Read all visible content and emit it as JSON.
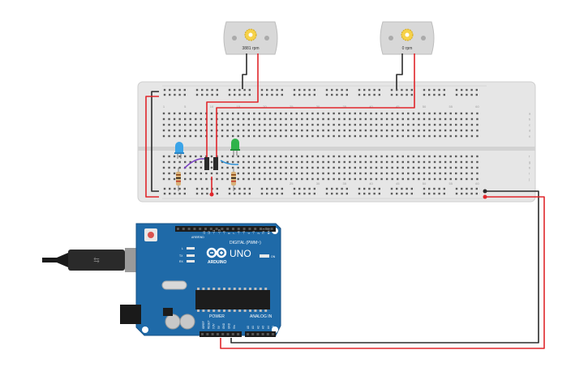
{
  "motors": [
    {
      "rpm_label": "3881 rpm"
    },
    {
      "rpm_label": "0 rpm"
    }
  ],
  "breadboard": {
    "column_numbers_top": [
      "1",
      "5",
      "10",
      "15",
      "20",
      "25",
      "30",
      "35",
      "40",
      "45",
      "50",
      "55",
      "60"
    ],
    "column_numbers_bottom": [
      "25",
      "30",
      "35",
      "40",
      "45",
      "50",
      "55",
      "60"
    ],
    "row_letters_top": [
      "a",
      "b",
      "c",
      "d",
      "e"
    ],
    "row_letters_bottom": [
      "f",
      "g",
      "h",
      "i",
      "j"
    ]
  },
  "arduino": {
    "logo": "ARDUINO",
    "model": "UNO",
    "digital_label": "DIGITAL (PWM~)",
    "power_label": "POWER",
    "analog_label": "ANALOG IN",
    "aref": "AREF",
    "gnd": "GND",
    "led_l": "L",
    "led_tx": "TX",
    "led_rx": "RX",
    "on_label": "ON",
    "digital_pins": [
      "13",
      "12",
      "~11",
      "~10",
      "~9",
      "8",
      "7",
      "~6",
      "~5",
      "4",
      "~3",
      "2",
      "TX 1",
      "RX 0"
    ],
    "power_pins": [
      "IOREF",
      "RESET",
      "3.3V",
      "5V",
      "GND",
      "GND",
      "Vin"
    ],
    "analog_pins": [
      "A0",
      "A1",
      "A2",
      "A3",
      "A4",
      "A5"
    ]
  },
  "colors": {
    "breadboard": "#e6e6e6",
    "wire_red": "#e0262b",
    "wire_black": "#2b2b2b",
    "wire_blue": "#2a8fd6",
    "wire_purple": "#7a3fc4",
    "led_blue": "#3ba4e8",
    "led_green": "#2fb34a",
    "arduino_board": "#1f6aa8",
    "motor_body": "#d8d8d8",
    "motor_gear": "#f6d24a"
  }
}
